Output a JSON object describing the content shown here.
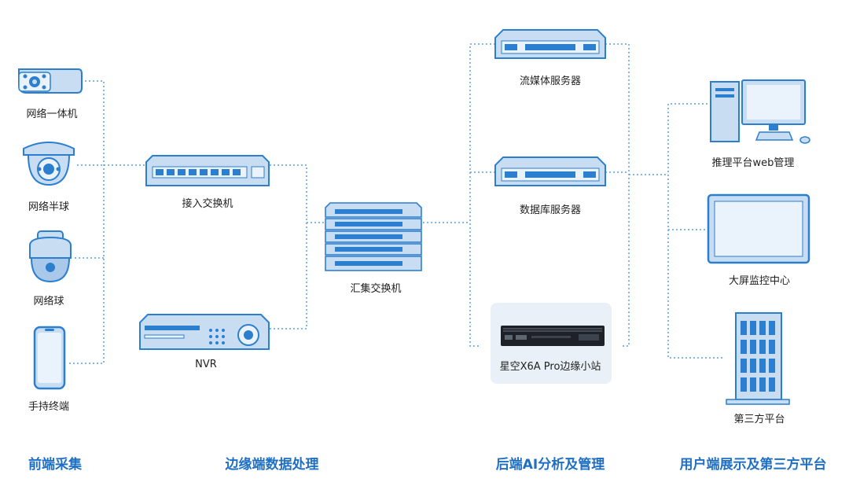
{
  "devices": {
    "camera_bullet": "网络一体机",
    "camera_dome": "网络半球",
    "camera_ptz": "网络球",
    "handheld": "手持终端",
    "access_switch": "接入交换机",
    "nvr": "NVR",
    "core_switch": "汇集交换机",
    "media_server": "流媒体服务器",
    "db_server": "数据库服务器",
    "edge_station": "星空X6A Pro边缘小站",
    "web_platform": "推理平台web管理",
    "big_screen": "大屏监控中心",
    "third_party": "第三方平台"
  },
  "sections": {
    "front": "前端采集",
    "edge": "边缘端数据处理",
    "backend": "后端AI分析及管理",
    "user": "用户端展示及第三方平台"
  },
  "colors": {
    "device_fill": "#c9ddf2",
    "device_stroke": "#2c7fcf",
    "wire": "#5aa0dc",
    "section_text": "#1f6fc4"
  }
}
